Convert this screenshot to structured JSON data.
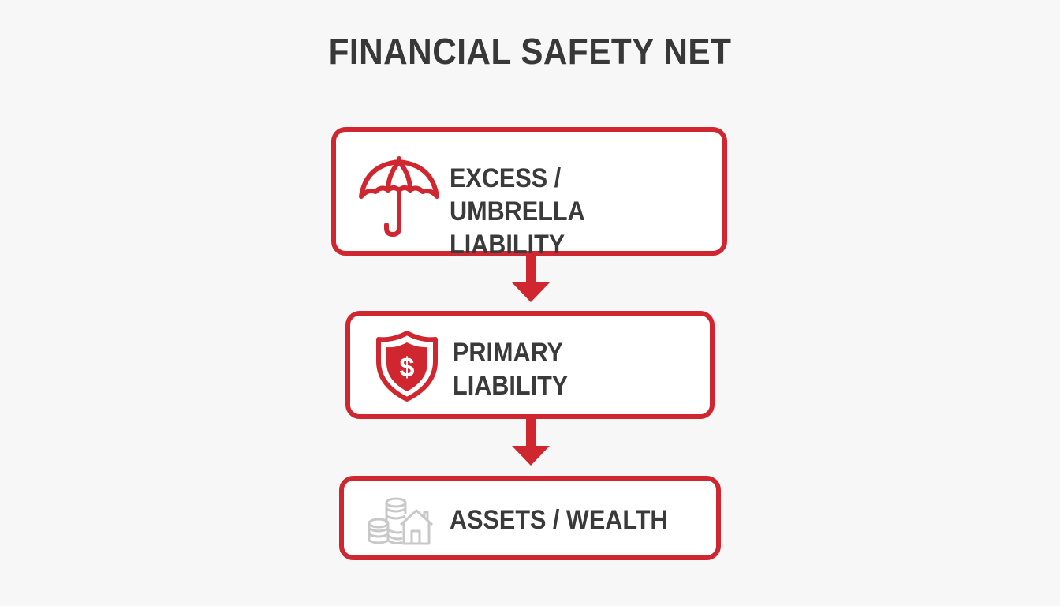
{
  "title": "FINANCIAL SAFETY NET",
  "layers": [
    {
      "label": "EXCESS / UMBRELLA\nLIABILITY",
      "icon": "umbrella-icon"
    },
    {
      "label": "PRIMARY\nLIABILITY",
      "icon": "shield-dollar-icon"
    },
    {
      "label": "ASSETS / WEALTH",
      "icon": "coins-house-icon"
    }
  ],
  "colors": {
    "accent": "#d0262f",
    "text": "#3a3a3a",
    "muted_icon": "#c8c8c8",
    "background": "#f7f7f8"
  }
}
